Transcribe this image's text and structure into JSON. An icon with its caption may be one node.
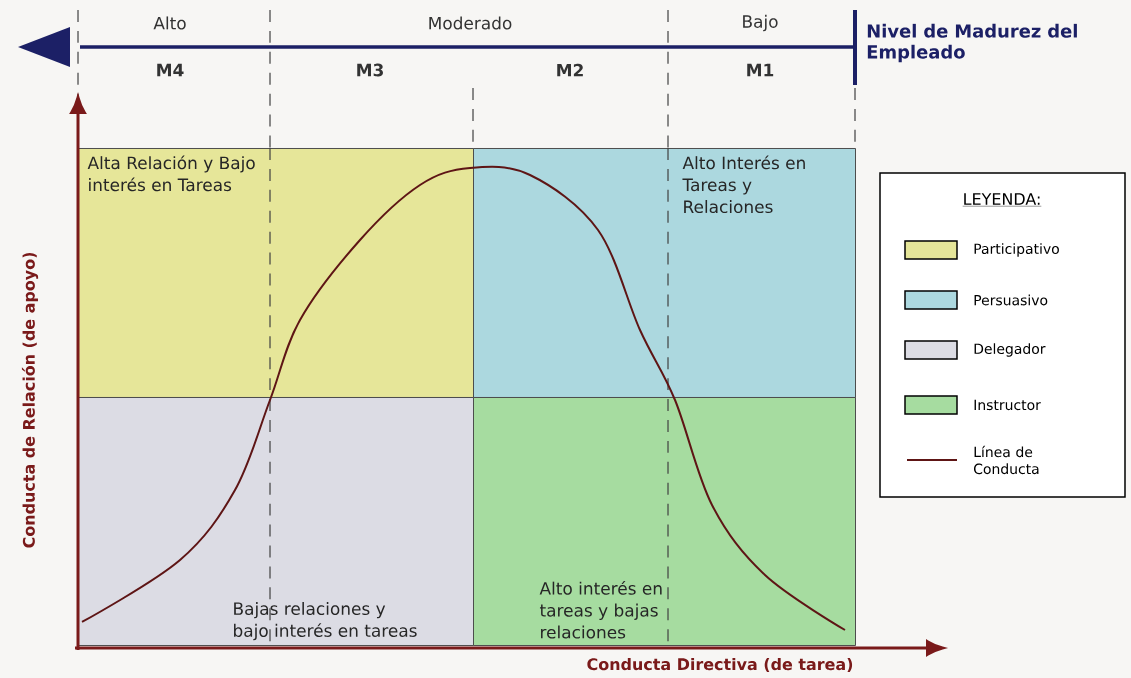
{
  "diagram": {
    "nodes": [
      {
        "text": [
          "Alta Relación y Bajo interés en Tareas"
        ]
      },
      {
        "text": [
          "Alto Interés en Tareas y Relaciones"
        ]
      },
      {
        "text": [
          "Bajas relaciones y bajo interés en tareas"
        ]
      },
      {
        "text": [
          "Alto interés en tareas y bajas relaciones"
        ]
      }
    ],
    "labels": [
      "Alto",
      "Moderado",
      "Bajo",
      "Nivel de Madurez del Empleado",
      "M4",
      "M3",
      "M2",
      "M1",
      "Conducta de Relación (de apoyo)",
      "Conducta Directiva (de tarea)",
      "LEYENDA:"
    ],
    "legend": [
      {
        "text": "Participativo",
        "color": "#e6e699"
      },
      {
        "text": "Persuasivo",
        "color": "#acd8df"
      },
      {
        "text": "Delegador",
        "color": "#dcdce4"
      },
      {
        "text": "Instructor",
        "color": "#a6dca0"
      },
      {
        "text": "Línea de Conducta"
      }
    ]
  }
}
